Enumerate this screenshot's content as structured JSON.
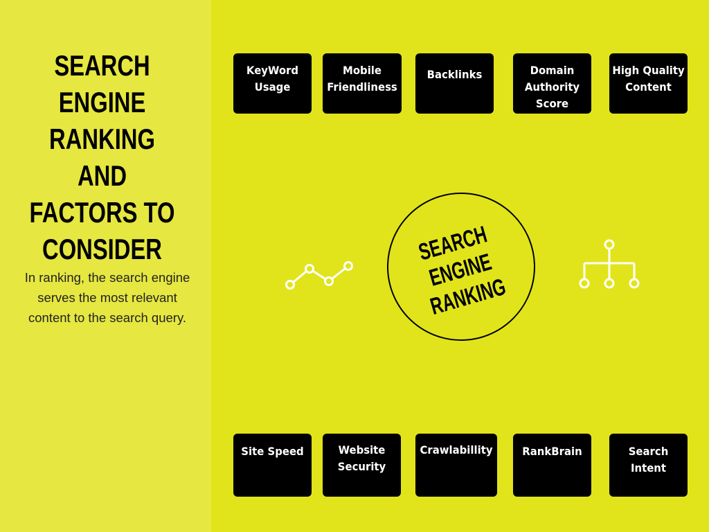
{
  "sidebar": {
    "title": "SEARCH ENGINE RANKING AND FACTORS TO CONSIDER",
    "description": "In ranking, the search engine serves the most relevant content to the search query."
  },
  "center": {
    "label": "SEARCH ENGINE RANKING",
    "left_icon": "line-chart-icon",
    "right_icon": "hierarchy-icon"
  },
  "top_factors": [
    "KeyWord Usage",
    "Mobile Friendliness",
    "Backlinks",
    "Domain Authority Score",
    "High Quality Content"
  ],
  "bottom_factors": [
    "Site Speed",
    "Website Security",
    "Crawlabillity",
    "RankBrain",
    "Search Intent"
  ],
  "colors": {
    "left_panel": "#e6e740",
    "background": "#e1e41a",
    "box": "#000000"
  }
}
